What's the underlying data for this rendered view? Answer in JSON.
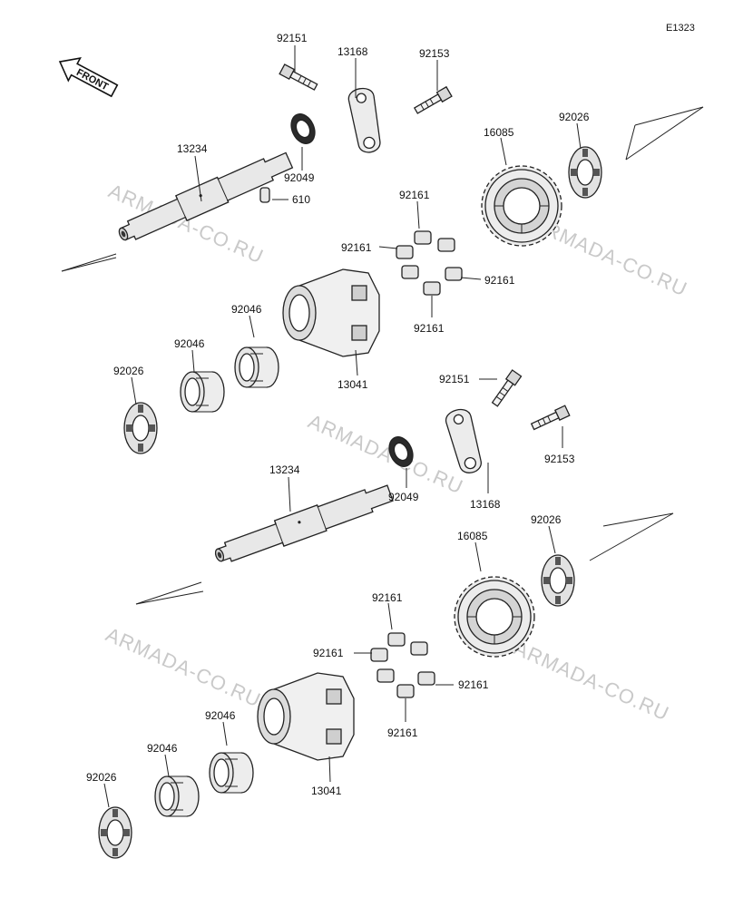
{
  "diagram": {
    "code": "E1323",
    "front_label": "FRONT",
    "watermark": "ARMADA-CO.RU",
    "labels": {
      "t_92151": "92151",
      "t_13168": "13168",
      "t_92153": "92153",
      "t_13234": "13234",
      "t_92049": "92049",
      "t_610": "610",
      "t_16085": "16085",
      "t_92026a": "92026",
      "t_92161_top": "92161",
      "t_92161_left": "92161",
      "t_92161_right": "92161",
      "t_92161_bot": "92161",
      "t_92046_upper": "92046",
      "t_92046_lower": "92046",
      "t_92026_left": "92026",
      "t_13041": "13041",
      "b_92151": "92151",
      "b_92153": "92153",
      "b_13168": "13168",
      "b_92049": "92049",
      "b_13234": "13234",
      "b_92026a": "92026",
      "b_16085": "16085",
      "b_92161_top": "92161",
      "b_92161_left": "92161",
      "b_92161_right": "92161",
      "b_92161_bot": "92161",
      "b_92046_upper": "92046",
      "b_92046_lower": "92046",
      "b_92026_left": "92026",
      "b_13041": "13041"
    }
  }
}
